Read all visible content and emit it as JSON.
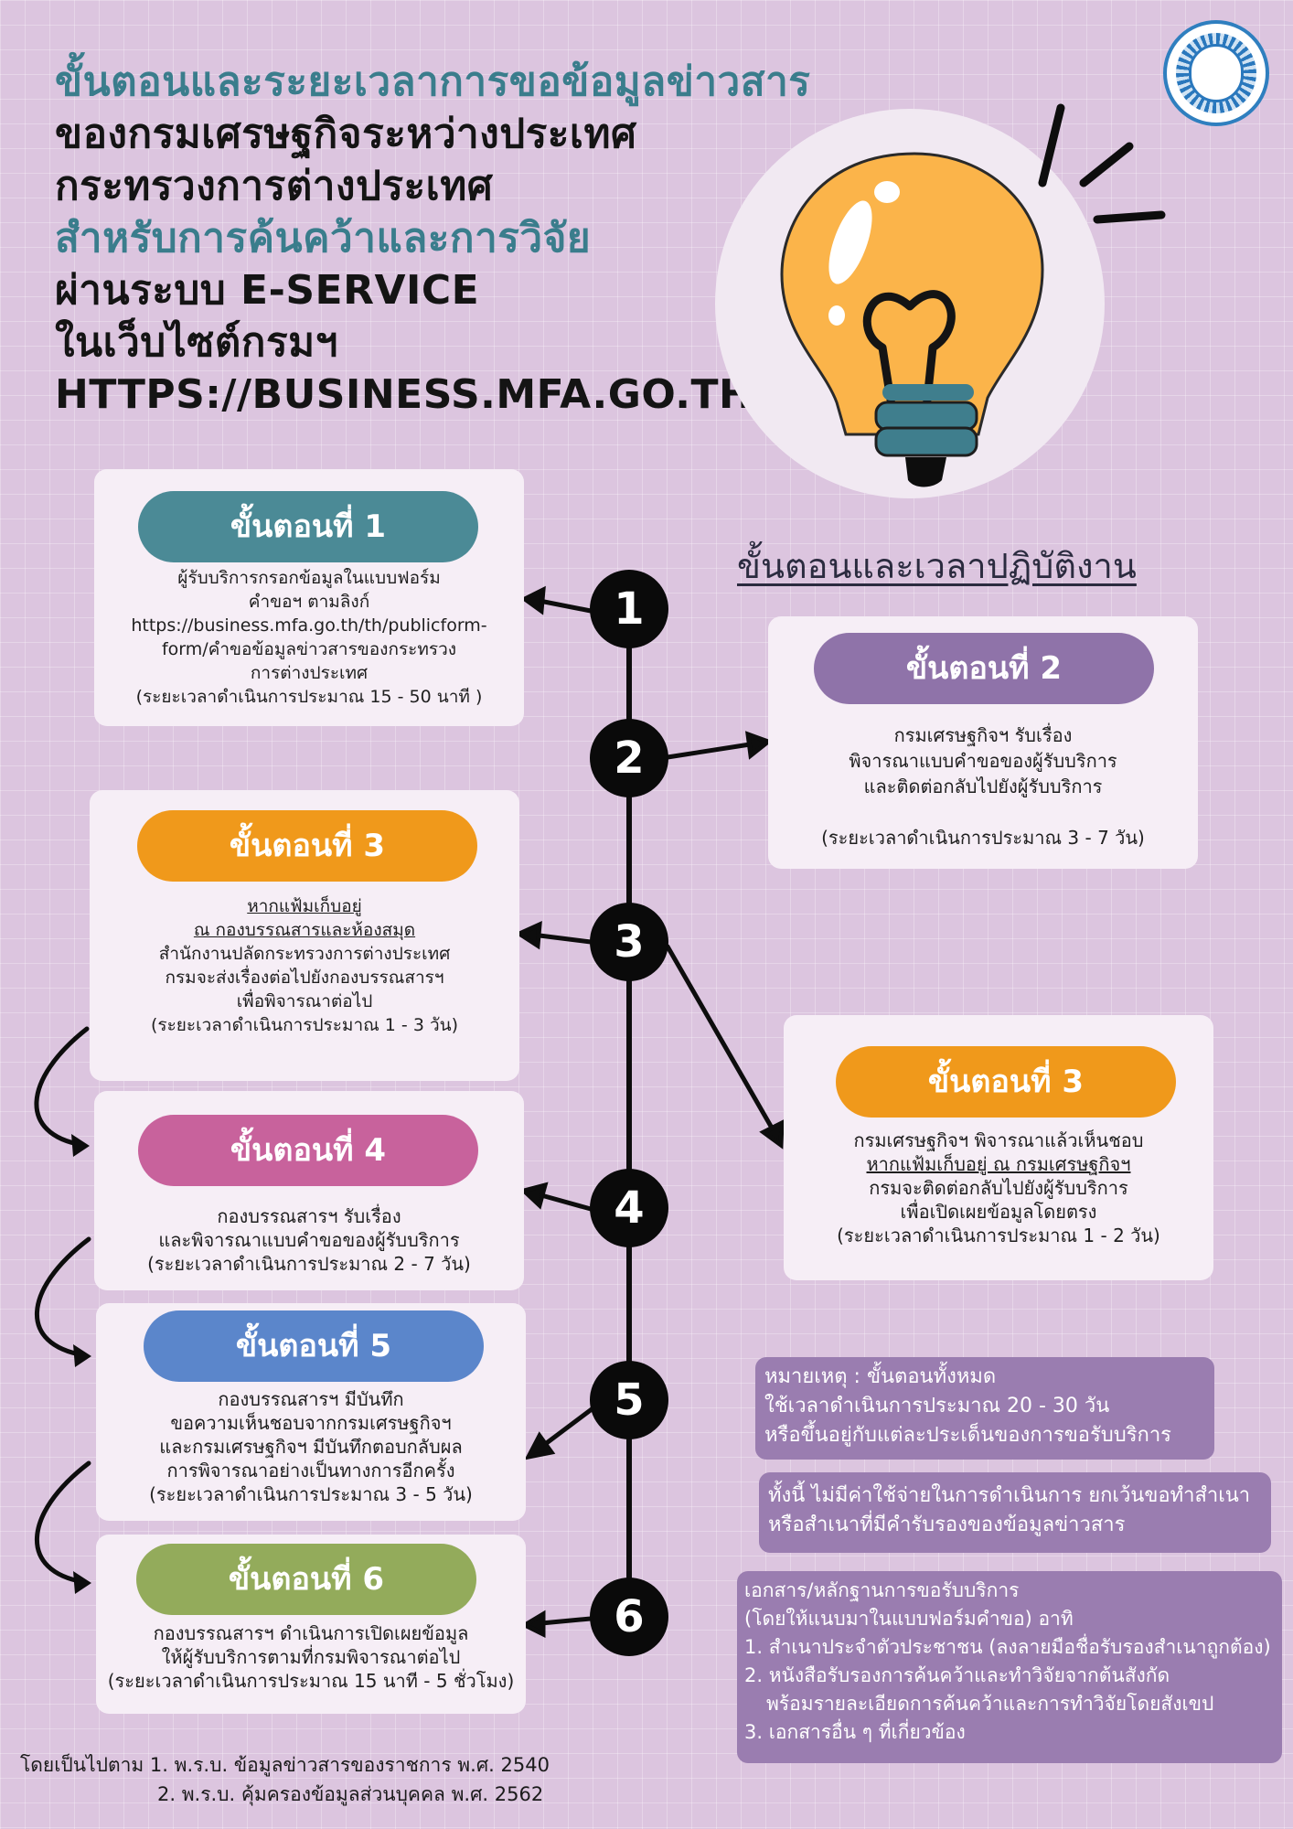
{
  "title": {
    "line1": "ขั้นตอนและระยะเวลาการขอข้อมูลข่าวสาร",
    "line2": "ของกรมเศรษฐกิจระหว่างประเทศ",
    "line3": "กระทรวงการต่างประเทศ",
    "line4": "สำหรับการค้นคว้าและการวิจัย",
    "line5": "ผ่านระบบ E-SERVICE",
    "line6": "ในเว็บไซต์กรมฯ",
    "line7": "HTTPS://BUSINESS.MFA.GO.TH"
  },
  "right_heading": "ขั้นตอนและเวลาปฏิบัติงาน",
  "colors": {
    "teal": "#4b8a96",
    "purple": "#8f73a9",
    "orange": "#f0991b",
    "pink": "#c8629c",
    "blue": "#5b86cb",
    "green": "#93ab5b",
    "bulb": "#fbb44a",
    "bulb_base": "#3f7e8d"
  },
  "nodes": [
    "1",
    "2",
    "3",
    "4",
    "5",
    "6"
  ],
  "steps": {
    "s1": {
      "label": "ขั้นตอนที่ 1",
      "lines": [
        "ผู้รับบริการกรอกข้อมูลในแบบฟอร์ม",
        "คำขอฯ ตามลิงก์",
        "https://business.mfa.go.th/th/publicform-",
        "form/คำขอข้อมูลข่าวสารของกระทรวง",
        "การต่างประเทศ",
        "(ระยะเวลาดำเนินการประมาณ 15 - 50 นาที )"
      ]
    },
    "s2": {
      "label": "ขั้นตอนที่ 2",
      "lines": [
        "กรมเศรษฐกิจฯ รับเรื่อง",
        "พิจารณาแบบคำขอของผู้รับบริการ",
        "และติดต่อกลับไปยังผู้รับบริการ",
        "",
        "(ระยะเวลาดำเนินการประมาณ 3 - 7 วัน)"
      ]
    },
    "s3a": {
      "label": "ขั้นตอนที่ 3",
      "lines_u": [
        "หากแฟ้มเก็บอยู่",
        "ณ กองบรรณสารและห้องสมุด"
      ],
      "lines": [
        "สำนักงานปลัดกระทรวงการต่างประเทศ",
        "กรมจะส่งเรื่องต่อไปยังกองบรรณสารฯ",
        "เพื่อพิจารณาต่อไป",
        "(ระยะเวลาดำเนินการประมาณ 1 - 3 วัน)"
      ]
    },
    "s3b": {
      "label": "ขั้นตอนที่ 3",
      "line1": "กรมเศรษฐกิจฯ พิจารณาแล้วเห็นชอบ",
      "line2_u": "หากแฟ้มเก็บอยู่ ณ กรมเศรษฐกิจฯ",
      "lines": [
        "กรมจะติดต่อกลับไปยังผู้รับบริการ",
        "เพื่อเปิดเผยข้อมูลโดยตรง",
        "(ระยะเวลาดำเนินการประมาณ 1 - 2 วัน)"
      ]
    },
    "s4": {
      "label": "ขั้นตอนที่ 4",
      "lines": [
        "กองบรรณสารฯ รับเรื่อง",
        "และพิจารณาแบบคำขอของผู้รับบริการ",
        "(ระยะเวลาดำเนินการประมาณ 2 - 7 วัน)"
      ]
    },
    "s5": {
      "label": "ขั้นตอนที่ 5",
      "lines": [
        "กองบรรณสารฯ มีบันทึก",
        "ขอความเห็นชอบจากกรมเศรษฐกิจฯ",
        "และกรมเศรษฐกิจฯ มีบันทึกตอบกลับผล",
        "การพิจารณาอย่างเป็นทางการอีกครั้ง",
        "(ระยะเวลาดำเนินการประมาณ 3 - 5 วัน)"
      ]
    },
    "s6": {
      "label": "ขั้นตอนที่ 6",
      "lines": [
        "กองบรรณสารฯ ดำเนินการเปิดเผยข้อมูล",
        "ให้ผู้รับบริการตามที่กรมพิจารณาต่อไป",
        "(ระยะเวลาดำเนินการประมาณ 15 นาที - 5 ชั่วโมง)"
      ]
    }
  },
  "notes": {
    "n1": [
      "หมายเหตุ : ขั้นตอนทั้งหมด",
      "ใช้เวลาดำเนินการประมาณ 20 - 30 วัน",
      "หรือขึ้นอยู่กับแต่ละประเด็นของการขอรับบริการ"
    ],
    "n2": [
      "ทั้งนี้ ไม่มีค่าใช้จ่ายในการดำเนินการ ยกเว้นขอทำสำเนา",
      "หรือสำเนาที่มีคำรับรองของข้อมูลข่าวสาร"
    ],
    "n3": [
      "เอกสาร/หลักฐานการขอรับบริการ",
      "(โดยให้แนบมาในแบบฟอร์มคำขอ) อาทิ",
      "1. สำเนาประจำตัวประชาชน (ลงลายมือชื่อรับรองสำเนาถูกต้อง)",
      "2. หนังสือรับรองการค้นคว้าและทำวิจัยจากต้นสังกัด",
      "    พร้อมรายละเอียดการค้นคว้าและการทำวิจัยโดยสังเขป",
      "3. เอกสารอื่น ๆ ที่เกี่ยวข้อง"
    ]
  },
  "footer": {
    "line1": "โดยเป็นไปตาม 1. พ.ร.บ. ข้อมูลข่าวสารของราชการ พ.ศ. 2540",
    "line2": "2. พ.ร.บ. คุ้มครองข้อมูลส่วนบุคคล พ.ศ. 2562"
  }
}
